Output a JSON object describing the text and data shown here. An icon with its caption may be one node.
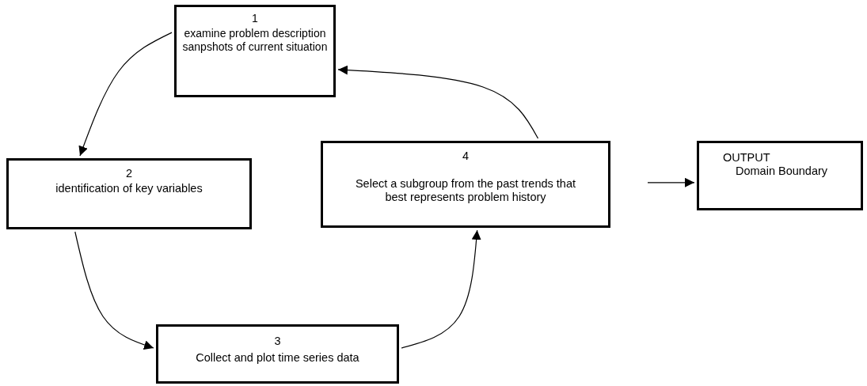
{
  "diagram": {
    "nodes": [
      {
        "text": [
          "1",
          "examine problem description sanpshots of current situation"
        ]
      },
      {
        "text": [
          "2",
          "identification of key variables"
        ]
      },
      {
        "text": [
          "3",
          "Collect and plot time series data"
        ]
      },
      {
        "text": [
          "4",
          "Select a subgroup from the past trends that best represents problem history"
        ]
      },
      {
        "text": [
          "OUTPUT",
          "Domain Boundary"
        ]
      }
    ],
    "edges": [
      {
        "from": 0,
        "to": 1,
        "arrow": "to"
      },
      {
        "from": 1,
        "to": 2,
        "arrow": "to"
      },
      {
        "from": 2,
        "to": 3,
        "arrow": "to"
      },
      {
        "from": 3,
        "to": 0,
        "arrow": "to"
      },
      {
        "from": 3,
        "to": 4,
        "arrow": "to"
      }
    ]
  }
}
